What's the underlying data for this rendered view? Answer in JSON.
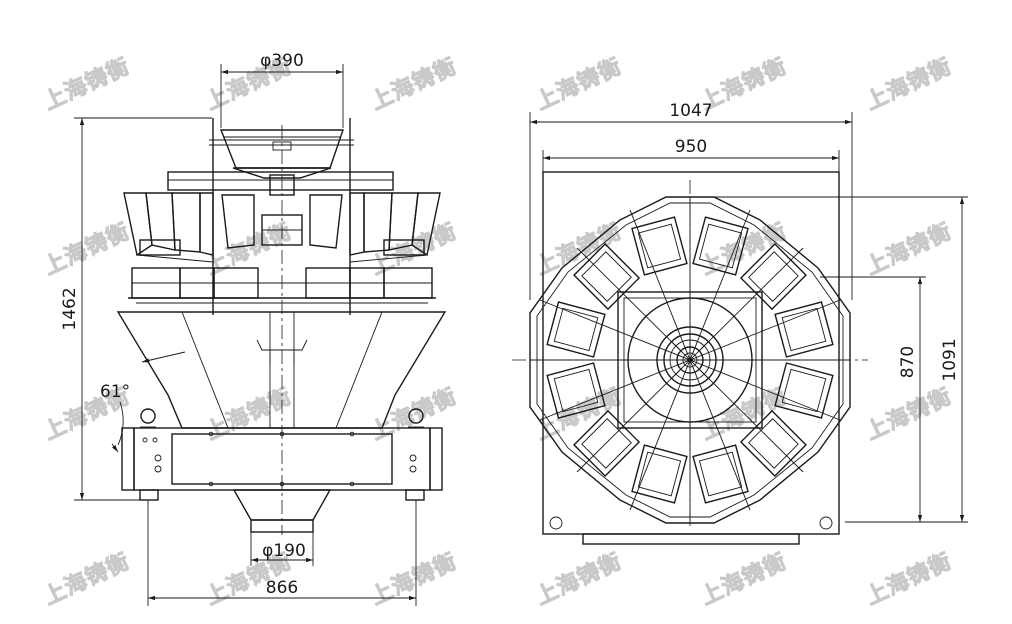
{
  "dimensions": {
    "top_inlet_diameter": "φ390",
    "outlet_diameter": "φ190",
    "front_width": "866",
    "front_height": "1462",
    "chute_angle": "61°",
    "top_overall_width": "1047",
    "top_frame_width": "950",
    "top_depth_inner": "870",
    "top_depth_outer": "1091"
  },
  "watermark": {
    "text": "上海铸衡",
    "color": "#c9c9c9"
  },
  "colors": {
    "line": "#1a1a1a",
    "background": "#ffffff"
  }
}
